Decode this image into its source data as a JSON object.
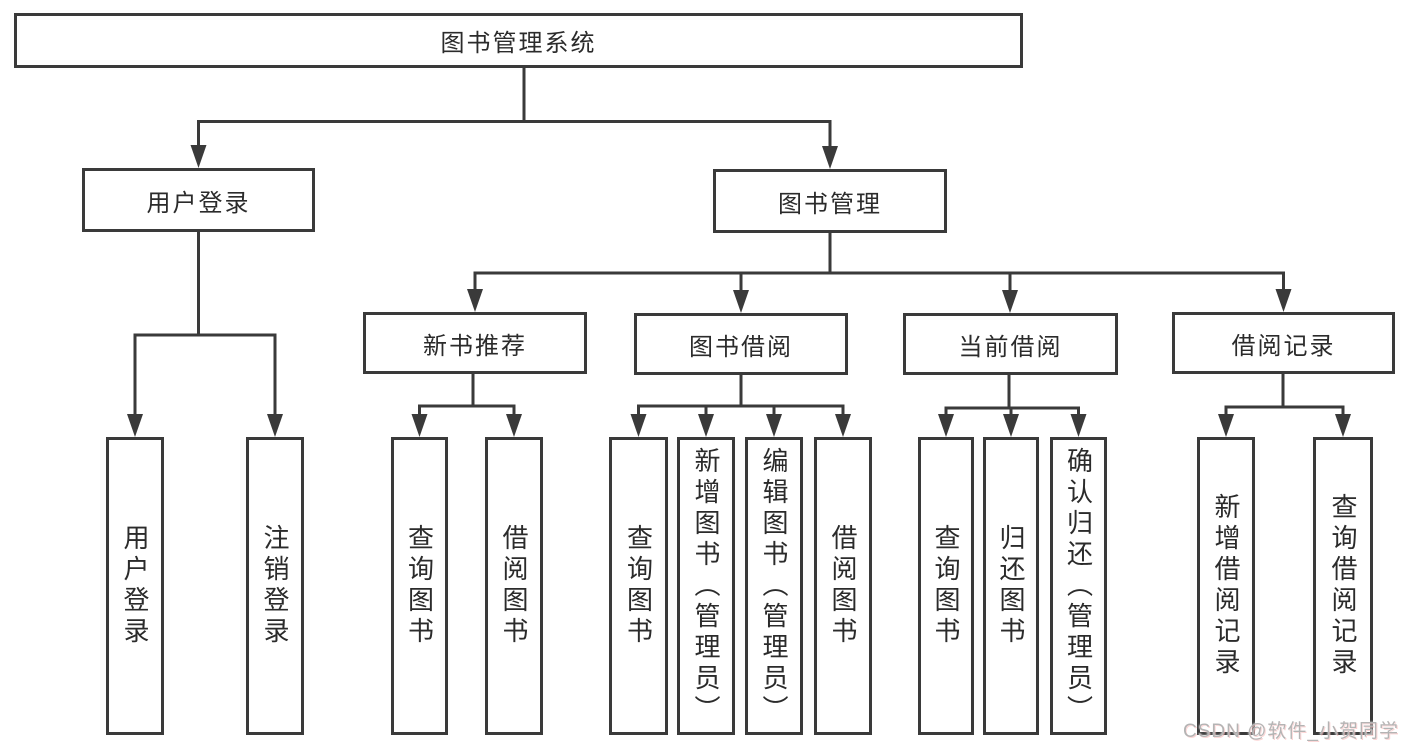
{
  "diagram": {
    "root": "图书管理系统",
    "branches": [
      {
        "label": "用户登录",
        "children": [
          "用户登录",
          "注销登录"
        ]
      },
      {
        "label": "图书管理",
        "groups": [
          {
            "label": "新书推荐",
            "children": [
              "查询图书",
              "借阅图书"
            ]
          },
          {
            "label": "图书借阅",
            "children": [
              "查询图书",
              "新增图书（管理员）",
              "编辑图书（管理员）",
              "借阅图书"
            ]
          },
          {
            "label": "当前借阅",
            "children": [
              "查询图书",
              "归还图书",
              "确认归还（管理员）"
            ]
          },
          {
            "label": "借阅记录",
            "children": [
              "新增借阅记录",
              "查询借阅记录"
            ]
          }
        ]
      }
    ]
  },
  "watermark": "CSDN @软件_小贺同学",
  "colors": {
    "line": "#3a3a3a",
    "text": "#2b2b2b",
    "background": "#ffffff",
    "watermark_text": "#b4b4b4"
  }
}
